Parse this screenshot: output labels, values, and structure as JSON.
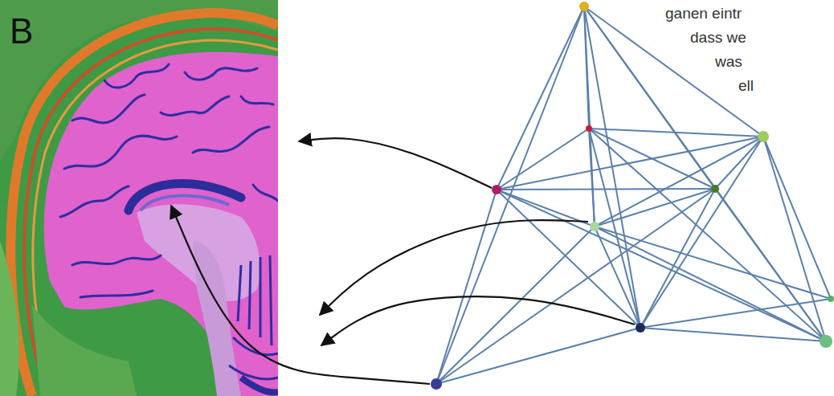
{
  "diagram": {
    "labels": [
      "B",
      "ganen eintr",
      "dass we",
      "was",
      "ell"
    ]
  }
}
